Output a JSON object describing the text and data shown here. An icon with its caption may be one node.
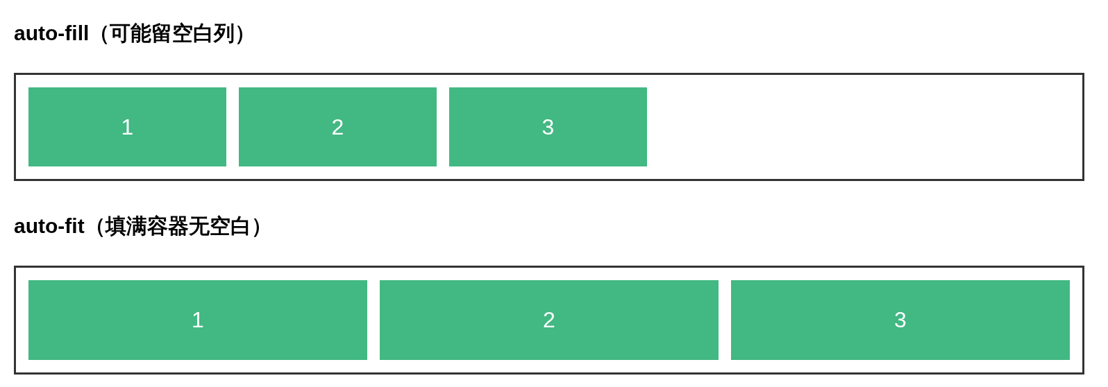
{
  "diagram": {
    "nodes": [
      {
        "text": [
          "auto-fill（可能留空白列）"
        ]
      },
      {
        "text": [
          "1"
        ],
        "in": 0
      },
      {
        "text": [
          "2"
        ],
        "in": 0
      },
      {
        "text": [
          "3"
        ],
        "in": 0
      },
      {
        "text": [
          "auto-fit（填满容器无空白）"
        ]
      },
      {
        "text": [
          "1"
        ],
        "in": 4
      },
      {
        "text": [
          "2"
        ],
        "in": 4
      },
      {
        "text": [
          "3"
        ],
        "in": 4
      }
    ]
  }
}
